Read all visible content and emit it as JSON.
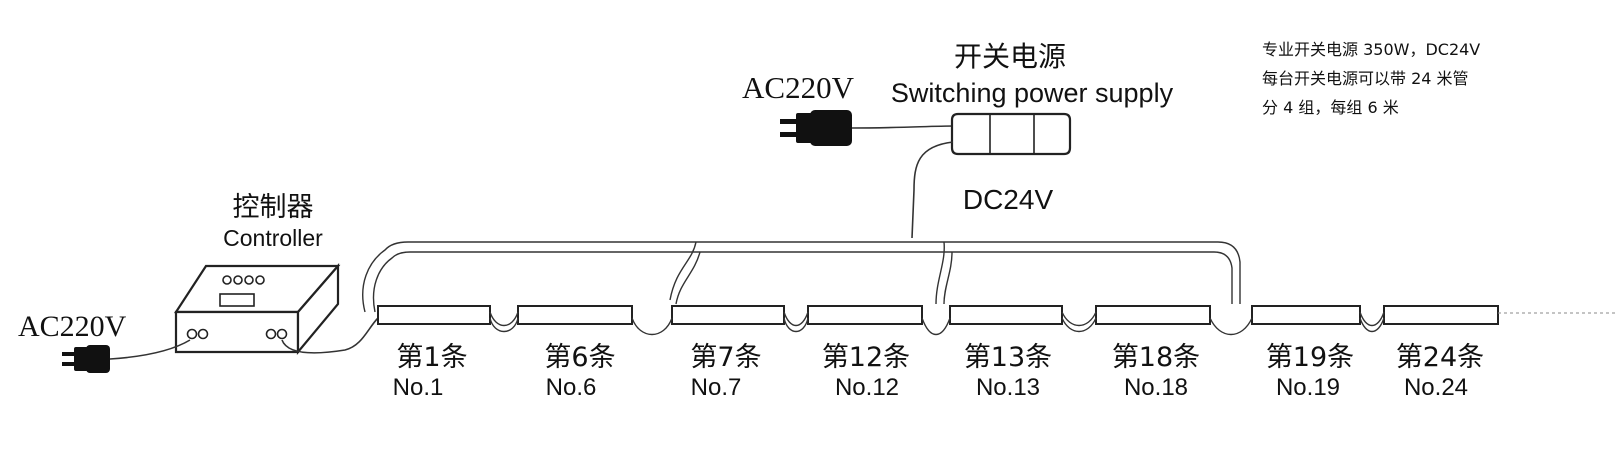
{
  "notes": {
    "line1": "专业开关电源 350W，DC24V",
    "line2": "每台开关电源可以带 24 米管",
    "line3": "分 4 组，每组 6 米"
  },
  "power_supply": {
    "title_cn": "开关电源",
    "title_en": "Switching power supply",
    "input": "AC220V",
    "output": "DC24V"
  },
  "controller": {
    "title_cn": "控制器",
    "title_en": "Controller",
    "input": "AC220V"
  },
  "tubes": [
    {
      "cn": "第1条",
      "en": "No.1"
    },
    {
      "cn": "第6条",
      "en": "No.6"
    },
    {
      "cn": "第7条",
      "en": "No.7"
    },
    {
      "cn": "第12条",
      "en": "No.12"
    },
    {
      "cn": "第13条",
      "en": "No.13"
    },
    {
      "cn": "第18条",
      "en": "No.18"
    },
    {
      "cn": "第19条",
      "en": "No.19"
    },
    {
      "cn": "第24条",
      "en": "No.24"
    }
  ]
}
